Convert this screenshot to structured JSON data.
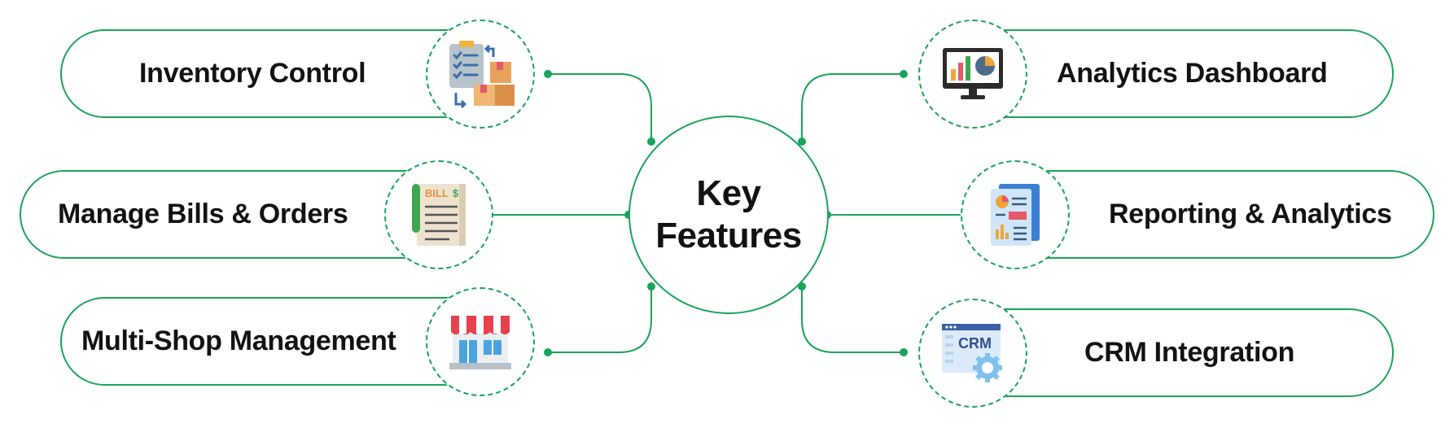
{
  "hub": {
    "line1": "Key",
    "line2": "Features"
  },
  "features": {
    "inventory": {
      "label": "Inventory Control",
      "icon": "inventory-clipboard-boxes-icon"
    },
    "bills": {
      "label": "Manage Bills & Orders",
      "icon": "bill-receipt-icon",
      "icon_text": "BILL",
      "icon_symbol": "$"
    },
    "multishop": {
      "label": "Multi-Shop Management",
      "icon": "storefront-icon"
    },
    "analytics": {
      "label": "Analytics Dashboard",
      "icon": "monitor-chart-icon"
    },
    "reporting": {
      "label": "Reporting & Analytics",
      "icon": "report-document-icon"
    },
    "crm": {
      "label": "CRM Integration",
      "icon": "crm-window-gear-icon",
      "icon_text": "CRM"
    }
  },
  "colors": {
    "accent": "#1aa35a",
    "text": "#121212",
    "background": "#ffffff"
  }
}
